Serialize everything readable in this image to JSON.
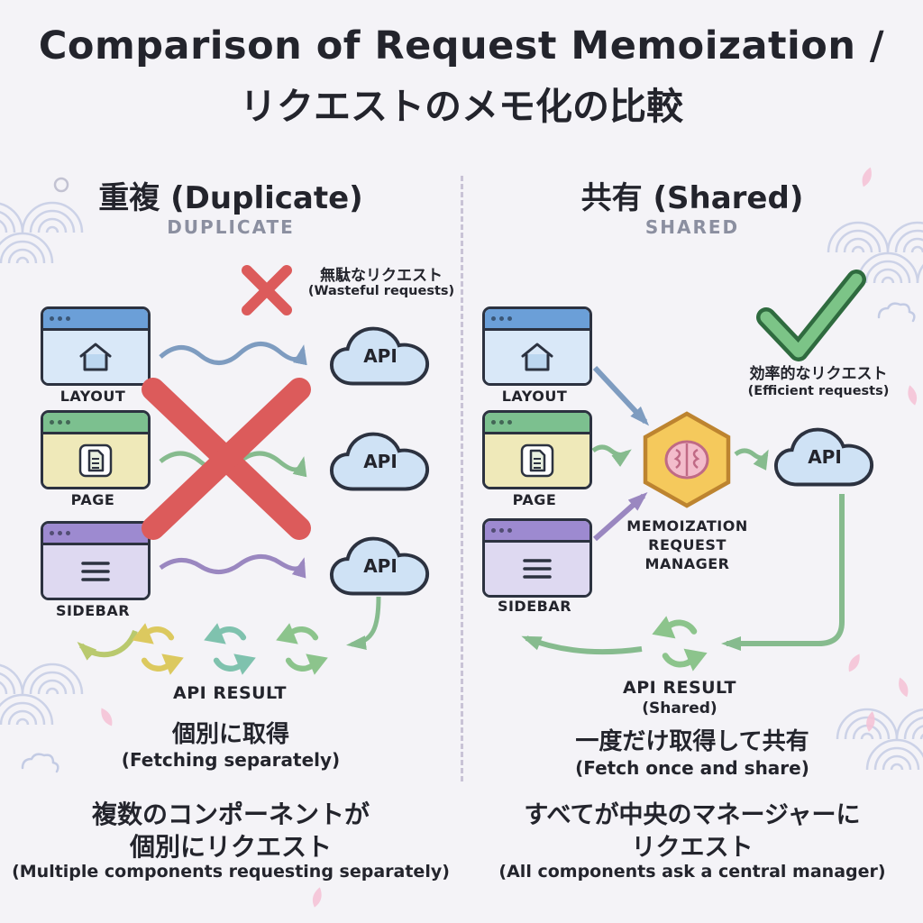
{
  "colors": {
    "background": "#f4f3f7",
    "ink": "#23242c",
    "muted": "#8b8fa0",
    "red_x": "#dc5b5b",
    "green_check": "#7cc487",
    "window_blue": "#6b9fd8",
    "window_green": "#7cc08f",
    "window_purple": "#9d8ad0",
    "cloud_fill": "#cfe2f5",
    "hexagon_fill": "#f5c95c",
    "arrow_blue": "#7e9cc0",
    "arrow_green": "#86bb8e",
    "arrow_purple": "#9a87c0",
    "cycle_yellow": "#dcc95f",
    "cycle_teal": "#7fc2ae",
    "cycle_green": "#8cc48c"
  },
  "title": {
    "line1": "Comparison of Request Memoization /",
    "line2": "リクエストのメモ化の比較"
  },
  "left": {
    "heading": "重複 (Duplicate)",
    "subheading": "DUPLICATE",
    "warning": {
      "jp": "無駄なリクエスト",
      "en": "(Wasteful requests)"
    },
    "windows": [
      {
        "label": "LAYOUT"
      },
      {
        "label": "PAGE"
      },
      {
        "label": "SIDEBAR"
      }
    ],
    "api": "API",
    "result_label": "API RESULT",
    "caption_jp": "個別に取得",
    "caption_en": "(Fetching separately)",
    "footer_jp_line1": "複数のコンポーネントが",
    "footer_jp_line2": "個別にリクエスト",
    "footer_en": "(Multiple components requesting separately)"
  },
  "right": {
    "heading": "共有 (Shared)",
    "subheading": "SHARED",
    "benefit": {
      "jp": "効率的なリクエスト",
      "en": "(Efficient requests)"
    },
    "windows": [
      {
        "label": "LAYOUT"
      },
      {
        "label": "PAGE"
      },
      {
        "label": "SIDEBAR"
      }
    ],
    "manager_line1": "MEMOIZATION",
    "manager_line2": "REQUEST",
    "manager_line3": "MANAGER",
    "api": "API",
    "result_label": "API RESULT",
    "result_sub": "(Shared)",
    "caption_jp": "一度だけ取得して共有",
    "caption_en": "(Fetch once and share)",
    "footer_jp_line1": "すべてが中央のマネージャーに",
    "footer_jp_line2": "リクエスト",
    "footer_en": "(All components ask a central manager)"
  }
}
